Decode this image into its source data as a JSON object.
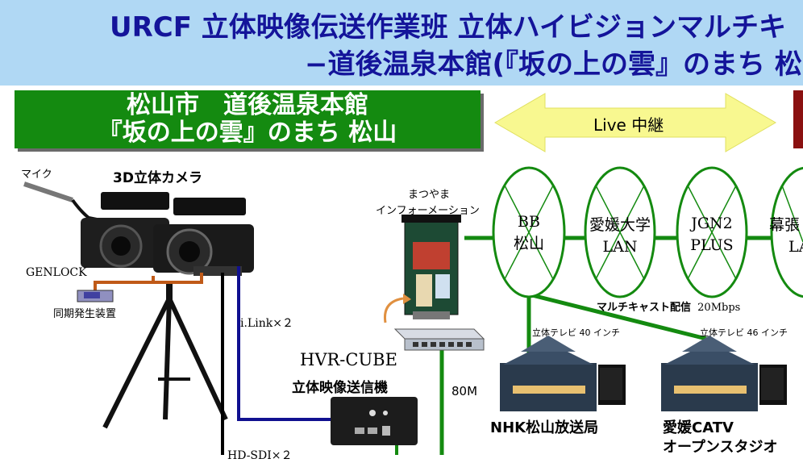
{
  "title": {
    "line1": "URCF 立体映像伝送作業班 立体ハイビジョンマルチキ",
    "line2": "−道後温泉本館(『坂の上の雲』のまち 松"
  },
  "location": {
    "line1": "松山市　道後温泉本館",
    "line2": "『坂の上の雲』のまち 松山"
  },
  "live": {
    "label": "Live 中継"
  },
  "left": {
    "mic": "マイク",
    "camera": "3D立体カメラ",
    "genlock": "GENLOCK",
    "sync": "同期発生装置",
    "ilink": "i.Link×２",
    "hdsdi": "HD-SDI×２",
    "hvr_name": "HVR-CUBE",
    "hvr_desc": "立体映像送信機",
    "bw": "80M"
  },
  "kiosk": {
    "line1": "まつやま",
    "line2": "インフォーメーション"
  },
  "network": {
    "nodes": [
      {
        "line1": "BB",
        "line2": "松山"
      },
      {
        "line1": "愛媛大学",
        "line2": "LAN"
      },
      {
        "line1": "JGN2",
        "line2": "PLUS"
      },
      {
        "line1": "幕張",
        "line2": "LA"
      }
    ],
    "multicast_label": "マルチキャスト配信",
    "multicast_rate": "20Mbps"
  },
  "receivers": [
    {
      "tv": "立体テレビ 40 インチ",
      "name": "NHK松山放送局",
      "name2": ""
    },
    {
      "tv": "立体テレビ 46 インチ",
      "name": "愛媛CATV",
      "name2": "オープンスタジオ"
    }
  ],
  "colors": {
    "banner_bg": "#b0d8f4",
    "title_text": "#14149a",
    "location_bg": "#148a10",
    "arrow_fill": "#f8f890",
    "network_green": "#148a10",
    "ilink_blue": "#101090",
    "genlock_orange": "#c05a18"
  }
}
